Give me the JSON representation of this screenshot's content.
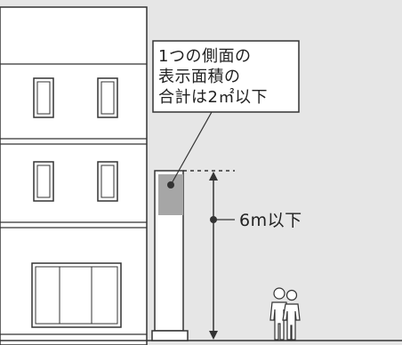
{
  "callout": {
    "lines": [
      "1つの側面の",
      "表示面積の",
      "合計は2㎡以下"
    ]
  },
  "height_label": "6m以下",
  "colors": {
    "background": "#e6e6e6",
    "building": "#ffffff",
    "line": "#333333",
    "display_panel": "#a6a6a6"
  }
}
